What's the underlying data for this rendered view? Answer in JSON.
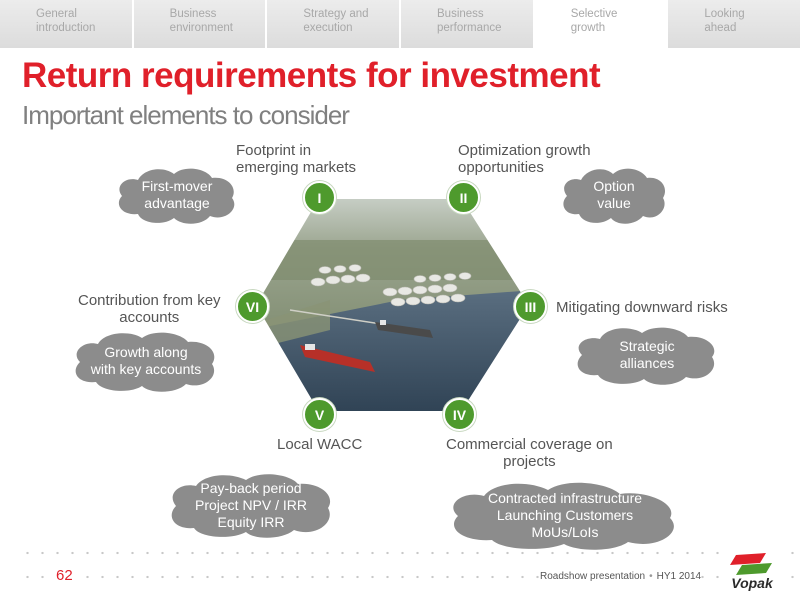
{
  "nav": {
    "tabs": [
      {
        "label": "General\nintroduction",
        "active": false
      },
      {
        "label": "Business\nenvironment",
        "active": false
      },
      {
        "label": "Strategy and\nexecution",
        "active": false
      },
      {
        "label": "Business\nperformance",
        "active": false
      },
      {
        "label": "Selective\ngrowth",
        "active": true
      },
      {
        "label": "Looking\nahead",
        "active": false
      }
    ]
  },
  "title": "Return requirements for investment",
  "subtitle": "Important elements to consider",
  "elements": [
    {
      "numeral": "I",
      "label": "Footprint in\nemerging markets",
      "cloud": "First-mover\nadvantage"
    },
    {
      "numeral": "II",
      "label": "Optimization growth\nopportunities",
      "cloud": "Option\nvalue"
    },
    {
      "numeral": "III",
      "label": "Mitigating downward risks",
      "cloud": "Strategic\nalliances"
    },
    {
      "numeral": "IV",
      "label": "Commercial coverage on\nprojects",
      "cloud": "Contracted infrastructure\nLaunching Customers\nMoUs/LoIs"
    },
    {
      "numeral": "V",
      "label": "Local WACC",
      "cloud": "Pay-back period\nProject NPV / IRR\nEquity IRR"
    },
    {
      "numeral": "VI",
      "label": "Contribution from key\naccounts",
      "cloud": "Growth along\nwith key accounts"
    }
  ],
  "footer": {
    "page_number": "62",
    "presentation": "Roadshow presentation",
    "period": "HY1 2014",
    "logo_text": "Vopak"
  },
  "colors": {
    "title_red": "#e0202a",
    "badge_green": "#4e9a2d",
    "cloud_grey": "#8c8c8c"
  }
}
